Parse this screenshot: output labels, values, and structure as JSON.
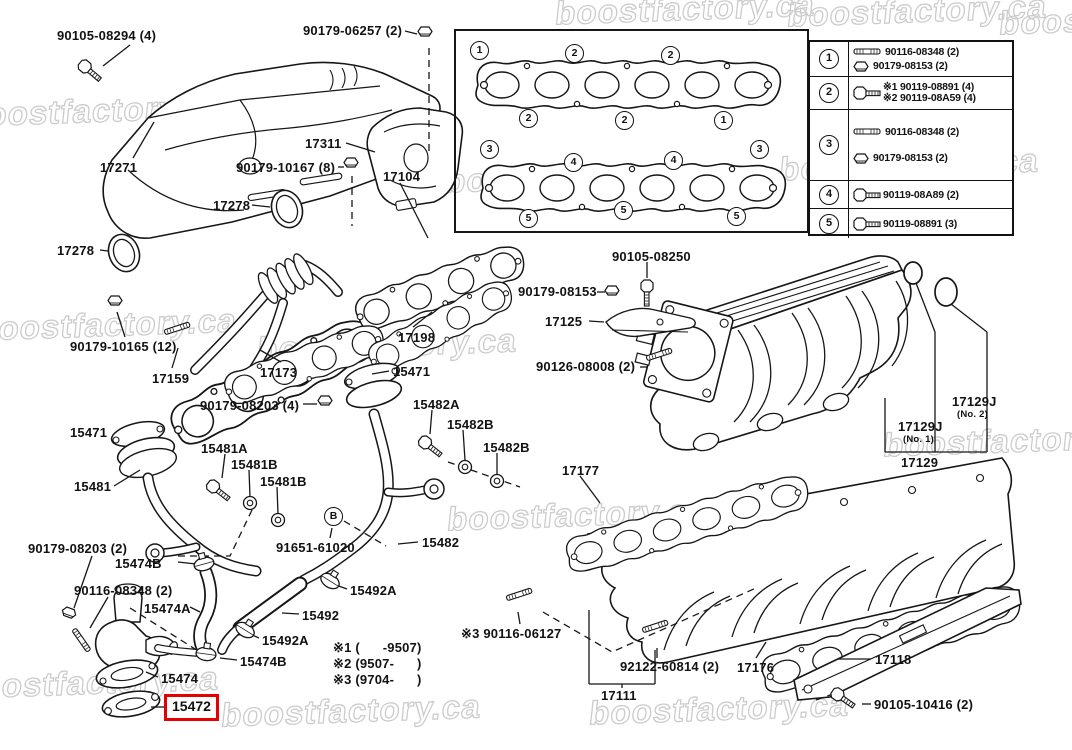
{
  "watermark": "boostfactory.ca",
  "highlight_color": "#e60000",
  "labels": {
    "a90105_08294": "90105-08294 (4)",
    "a90179_06257": "90179-06257 (2)",
    "p17271": "17271",
    "p17311": "17311",
    "a90179_10167": "90179-10167 (8)",
    "p17104": "17104",
    "p17278": "17278",
    "a90179_10165": "90179-10165 (12)",
    "p17159": "17159",
    "p17173": "17173",
    "p17198": "17198",
    "p15471": "15471",
    "a90179_08203_4": "90179-08203 (4)",
    "p15482A": "15482A",
    "p15482B": "15482B",
    "p15481A": "15481A",
    "p15481B": "15481B",
    "p15481": "15481",
    "a90179_08203_2": "90179-08203 (2)",
    "p15474B": "15474B",
    "a91651_61020": "91651-61020",
    "p15482": "15482",
    "a90116_08348_2": "90116-08348 (2)",
    "p15474A": "15474A",
    "p15492A": "15492A",
    "p15492": "15492",
    "p15474": "15474",
    "p15472": "15472",
    "p17177": "17177",
    "a90116_06127": "※3 90116-06127",
    "a92122_60814": "92122-60814 (2)",
    "p17176": "17176",
    "p17111": "17111",
    "p17118": "17118",
    "a90105_10416": "90105-10416 (2)",
    "a90105_08250": "90105-08250",
    "a90179_08153": "90179-08153",
    "p17125": "17125",
    "a90126_08008": "90126-08008 (2)",
    "p17129J": "17129J",
    "no1": "(No. 1)",
    "no2": "(No. 2)",
    "p17129": "17129",
    "b_mark": "B"
  },
  "notes": [
    "※1 (      -9507)",
    "※2 (9507-      )",
    "※3 (9704-      )"
  ],
  "gasket_callouts": [
    "1",
    "2",
    "2",
    "2",
    "2",
    "1",
    "3",
    "4",
    "4",
    "3",
    "5",
    "5",
    "5"
  ],
  "legend": {
    "rows": [
      {
        "num": "1",
        "items": [
          {
            "icon": "stud-icon",
            "text": "90116-08348 (2)"
          },
          {
            "icon": "nut-icon",
            "text": "90179-08153 (2)"
          }
        ]
      },
      {
        "num": "2",
        "items": [
          {
            "icon": "bolt-icon",
            "text": "※1 90119-08891 (4)"
          },
          {
            "icon": "none",
            "text": "※2 90119-08A59 (4)"
          }
        ]
      },
      {
        "num": "3",
        "items": [
          {
            "icon": "stud-icon",
            "text": "90116-08348 (2)"
          },
          {
            "icon": "nut-icon",
            "text": "90179-08153 (2)"
          }
        ]
      },
      {
        "num": "4",
        "items": [
          {
            "icon": "bolt-icon",
            "text": "90119-08A89 (2)"
          }
        ]
      },
      {
        "num": "5",
        "items": [
          {
            "icon": "bolt-icon",
            "text": "90119-08891 (3)"
          }
        ]
      }
    ]
  }
}
